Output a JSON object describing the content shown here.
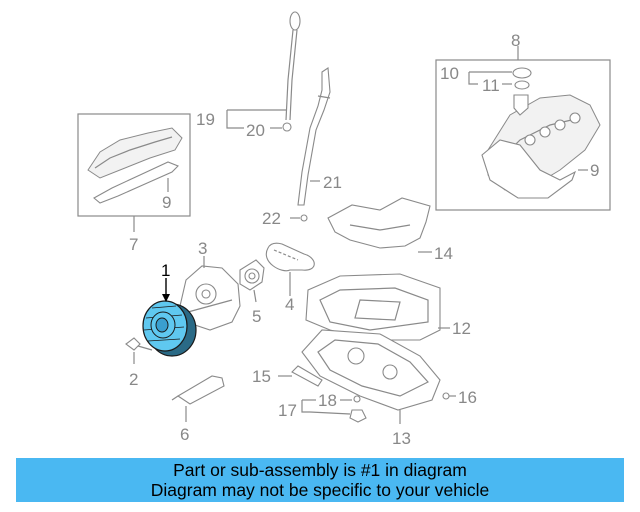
{
  "callouts": {
    "c1": "1",
    "c2": "2",
    "c3": "3",
    "c4": "4",
    "c5": "5",
    "c6": "6",
    "c7": "7",
    "c8": "8",
    "c9a": "9",
    "c9b": "9",
    "c10": "10",
    "c11": "11",
    "c12": "12",
    "c13": "13",
    "c14": "14",
    "c15": "15",
    "c16": "16",
    "c17": "17",
    "c18": "18",
    "c19": "19",
    "c20": "20",
    "c21": "21",
    "c22": "22"
  },
  "footer": {
    "line1": "Part or sub-assembly is #1 in diagram",
    "line2": "Diagram may not be specific to your vehicle"
  },
  "colors": {
    "highlight_part": "#5fc8f0",
    "banner": "#4ab8f2",
    "line_art": "#8a8a8a"
  }
}
